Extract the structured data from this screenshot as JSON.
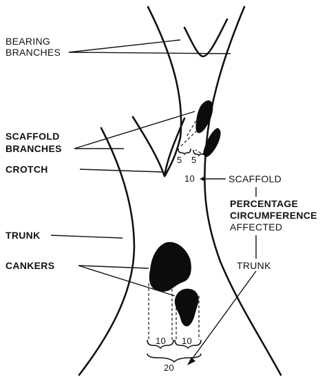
{
  "labels": {
    "bearing_line1": "BEARING",
    "bearing_line2": "BRANCHES",
    "scaffold_line1": "SCAFFOLD",
    "scaffold_line2": "BRANCHES",
    "crotch": "CROTCH",
    "trunk": "TRUNK",
    "cankers": "CANKERS",
    "scaffold_measure": "SCAFFOLD",
    "pct_line1": "PERCENTAGE",
    "pct_line2": "CIRCUMFERENCE",
    "pct_line3": "AFFECTED",
    "trunk_measure": "TRUNK"
  },
  "measurements": {
    "scaffold_left": "5",
    "scaffold_right": "5",
    "scaffold_total": "10",
    "trunk_left": "10",
    "trunk_right": "10",
    "trunk_total": "20"
  },
  "colors": {
    "ink": "#111111",
    "canker_fill": "#0c0c0c",
    "background": "#ffffff"
  }
}
